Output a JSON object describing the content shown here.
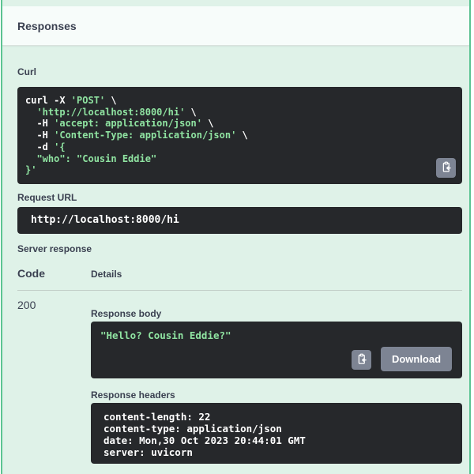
{
  "colors": {
    "accent_green": "#5cc492",
    "panel_background": "#dff2e8",
    "code_block_background": "#26282b",
    "code_string_green": "#8fe3a1",
    "button_gray": "#7d8493",
    "label_text": "#3b4151"
  },
  "header": {
    "title": "Responses"
  },
  "curl": {
    "label": "Curl",
    "lines": [
      [
        {
          "s": "cmd",
          "t": "curl -X "
        },
        {
          "s": "str",
          "t": "'POST'"
        },
        {
          "s": "cmd",
          "t": " \\"
        }
      ],
      [
        {
          "s": "cmd",
          "t": "  "
        },
        {
          "s": "str",
          "t": "'http://localhost:8000/hi'"
        },
        {
          "s": "cmd",
          "t": " \\"
        }
      ],
      [
        {
          "s": "cmd",
          "t": "  -H "
        },
        {
          "s": "str",
          "t": "'accept: application/json'"
        },
        {
          "s": "cmd",
          "t": " \\"
        }
      ],
      [
        {
          "s": "cmd",
          "t": "  -H "
        },
        {
          "s": "str",
          "t": "'Content-Type: application/json'"
        },
        {
          "s": "cmd",
          "t": " \\"
        }
      ],
      [
        {
          "s": "cmd",
          "t": "  -d "
        },
        {
          "s": "str",
          "t": "'{"
        }
      ],
      [
        {
          "s": "str",
          "t": "  \"who\": \"Cousin Eddie\""
        }
      ],
      [
        {
          "s": "str",
          "t": "}'"
        }
      ]
    ]
  },
  "request_url": {
    "label": "Request URL",
    "value": "http://localhost:8000/hi"
  },
  "server_response": {
    "label": "Server response",
    "columns": {
      "code": "Code",
      "details": "Details"
    },
    "row": {
      "code": "200",
      "response_body": {
        "label": "Response body",
        "value": "\"Hello? Cousin Eddie?\"",
        "download_label": "Download"
      },
      "response_headers": {
        "label": "Response headers",
        "lines": [
          "content-length: 22",
          "content-type: application/json",
          "date: Mon,30 Oct 2023 20:44:01 GMT",
          "server: uvicorn"
        ]
      }
    }
  }
}
